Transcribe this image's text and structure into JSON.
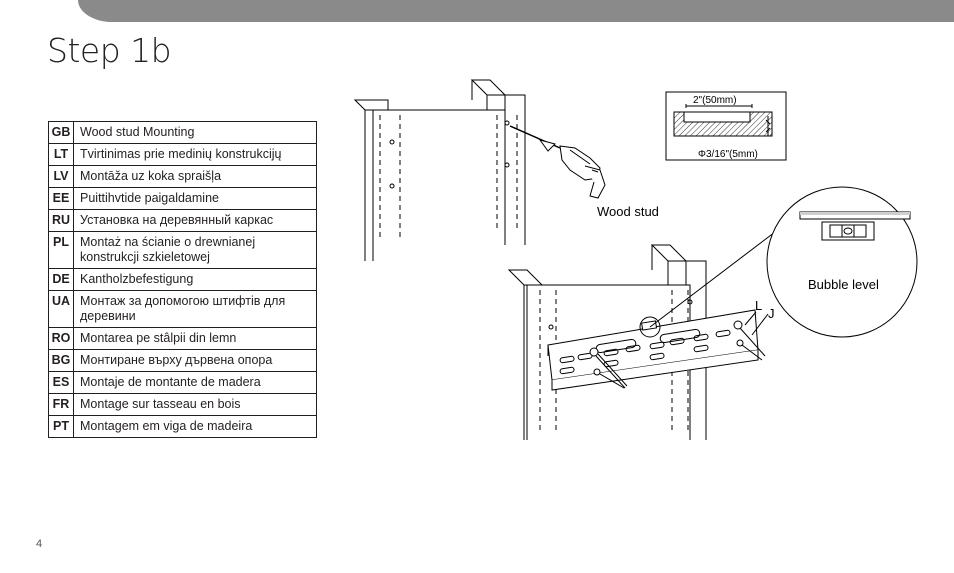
{
  "page": {
    "title": "Step 1b",
    "page_number": "4"
  },
  "languages": [
    {
      "code": "GB",
      "text": "Wood stud Mounting"
    },
    {
      "code": "LT",
      "text": "Tvirtinimas prie medinių konstrukcijų"
    },
    {
      "code": "LV",
      "text": "Montāža uz koka spraišļa"
    },
    {
      "code": "EE",
      "text": "Puittihvtide paigaldamine"
    },
    {
      "code": "RU",
      "text": "Установка на деревянный каркас"
    },
    {
      "code": "PL",
      "text": "Montaż na ścianie o drewnianej konstrukcji szkieletowej"
    },
    {
      "code": "DE",
      "text": "Kantholzbefestigung"
    },
    {
      "code": "UA",
      "text": "Монтаж за допомогою штифтів для деревини"
    },
    {
      "code": "RO",
      "text": "Montarea pe stâlpii din lemn"
    },
    {
      "code": "BG",
      "text": "Монтиране върху дървена опора"
    },
    {
      "code": "ES",
      "text": "Montaje de montante de madera"
    },
    {
      "code": "FR",
      "text": "Montage sur tasseau en bois"
    },
    {
      "code": "PT",
      "text": "Montagem em viga de madeira"
    }
  ],
  "illustration": {
    "depth_label": "2\"(50mm)",
    "diameter_label": "Φ3/16\"(5mm)",
    "wood_stud_label": "Wood stud",
    "bubble_level_label": "Bubble level",
    "part_l": "L",
    "part_j": "J"
  }
}
